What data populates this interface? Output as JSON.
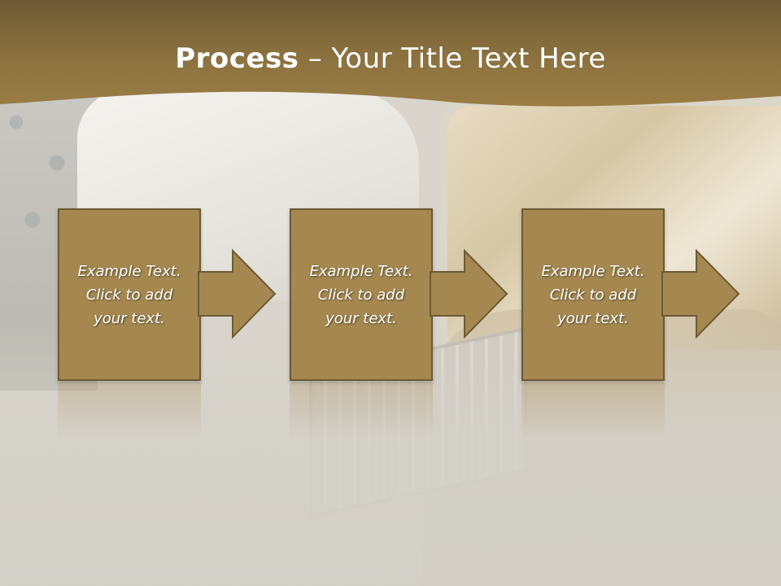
{
  "slide": {
    "title_bold": "Process",
    "title_rest": " – Your Title Text Here",
    "steps": [
      {
        "line1": "Example Text.",
        "line2": "Click  to add",
        "line3": "your text."
      },
      {
        "line1": "Example Text.",
        "line2": "Click  to add",
        "line3": "your text."
      },
      {
        "line1": "Example Text.",
        "line2": "Click  to add",
        "line3": "your text."
      }
    ]
  },
  "colors": {
    "banner": "#8f7440",
    "box_fill": "#a58850",
    "box_border": "#6c5a35",
    "text": "#ffffff"
  },
  "icons": [
    "right-arrow-icon"
  ]
}
